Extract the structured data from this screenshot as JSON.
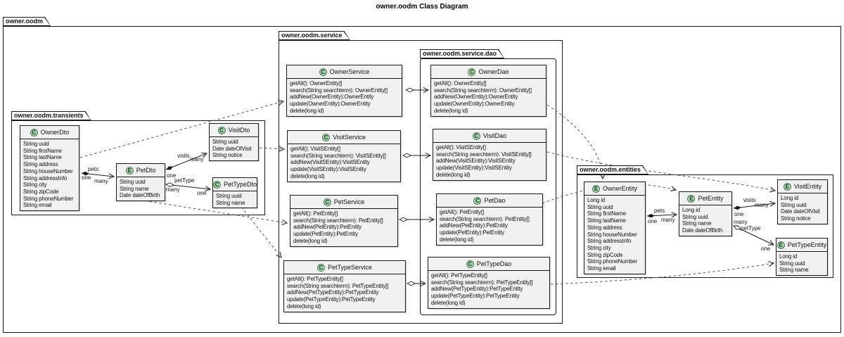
{
  "title": "owner.oodm Class Diagram",
  "packages": {
    "root": {
      "label": "owner.oodm"
    },
    "transients": {
      "label": "owner.oodm.transients"
    },
    "service": {
      "label": "owner.oodm.service"
    },
    "dao": {
      "label": "owner.oodm.service.dao"
    },
    "entities": {
      "label": "owner.oodm.entities"
    }
  },
  "classes": {
    "OwnerDto": {
      "spot": "C",
      "name": "OwnerDto",
      "members": [
        "String uuid",
        "String firstName",
        "String lastName",
        "String address",
        "String houseNumber",
        "String addressInfo",
        "String city",
        "String zipCode",
        "String phoneNumber",
        "String email"
      ]
    },
    "PetDto": {
      "spot": "E",
      "name": "PetDto",
      "members": [
        "String uuid",
        "String name",
        "Date dateOfBirth"
      ]
    },
    "VisitDto": {
      "spot": "C",
      "name": "VisitDto",
      "members": [
        "String uuid",
        "Date dateOfVisit",
        "String notice"
      ]
    },
    "PetTypeDto": {
      "spot": "C",
      "name": "PetTypeDto",
      "members": [
        "String uuid",
        "String name"
      ]
    },
    "OwnerService": {
      "spot": "C",
      "name": "OwnerService",
      "members": [
        "getAll(): OwnerEntity[]",
        "search(String searchterm): OwnerEntity[]",
        "addNew(OwnerEntity):OwnerEntity",
        "update(OwnerEntity):OwnerEntity",
        "delete(long id)"
      ]
    },
    "VisitService": {
      "spot": "C",
      "name": "VisitService",
      "members": [
        "getAll(): VisitSEntity[]",
        "search(String searchterm): VisitSEntity[]",
        "addNew(VisitSEntity):VisitSEntity",
        "update(VisitSEntity):VisitSEntity",
        "delete(long id)"
      ]
    },
    "PetService": {
      "spot": "C",
      "name": "PetService",
      "members": [
        "getAll(): PetEntity[]",
        "search(String searchterm): PetEntity[]",
        "addNew(PetEntity):PetEntity",
        "update(PetEntity):PetEntity",
        "delete(long id)"
      ]
    },
    "PetTypeService": {
      "spot": "C",
      "name": "PetTypeService",
      "members": [
        "getAll(): PetTypeEntity[]",
        "search(String searchterm): PetTypeEntity[]",
        "addNew(PetTypeEntity):PetTypeEntity",
        "update(PetTypeEntity):PetTypeEntity",
        "delete(long id)"
      ]
    },
    "OwnerDao": {
      "spot": "C",
      "name": "OwnerDao",
      "members": [
        "getAll(): OwnerEntity[]",
        "search(String searchterm): OwnerEntity[]",
        "addNew(OwnerEntity):OwnerEntity",
        "update(OwnerEntity):OwnerEntity",
        "delete(long id)"
      ]
    },
    "VisitDao": {
      "spot": "C",
      "name": "VisitDao",
      "members": [
        "getAll(): VisitSEntity[]",
        "search(String searchterm): VisitSEntity[]",
        "addNew(VisitSEntity):VisitSEntity",
        "update(VisitSEntity):VisitSEntity",
        "delete(long id)"
      ]
    },
    "PetDao": {
      "spot": "C",
      "name": "PetDao",
      "members": [
        "getAll(): PetEntity[]",
        "search(String searchterm): PetEntity[]",
        "addNew(PetEntity):PetEntity",
        "update(PetEntity):PetEntity",
        "delete(long id)"
      ]
    },
    "PetTypeDao": {
      "spot": "C",
      "name": "PetTypeDao",
      "members": [
        "getAll(): PetTypeEntity[]",
        "search(String searchterm): PetTypeEntity[]",
        "addNew(PetTypeEntity):PetTypeEntity",
        "update(PetTypeEntity):PetTypeEntity",
        "delete(long id)"
      ]
    },
    "OwnerEntity": {
      "spot": "E",
      "name": "OwnerEntity",
      "members": [
        "Long id",
        "String uuid",
        "String firstName",
        "String lastName",
        "String address",
        "String houseNumber",
        "String addressInfo",
        "String city",
        "String zipCode",
        "String phoneNumber",
        "String email"
      ]
    },
    "PetEntity": {
      "spot": "E",
      "name": "PetEntity",
      "members": [
        "Long id",
        "String uuid",
        "String name",
        "Date dateOfBirth"
      ]
    },
    "VisitEntity": {
      "spot": "E",
      "name": "VisitEntity",
      "members": [
        "Long id",
        "String uuid",
        "Date dateOfVisit",
        "String notice"
      ]
    },
    "PetTypeEntity": {
      "spot": "E",
      "name": "PetTypeEntity",
      "members": [
        "Long id",
        "String uuid",
        "String name"
      ]
    }
  },
  "relations": [
    {
      "from": "OwnerDto",
      "to": "PetDto",
      "type": "composition",
      "label": "pets",
      "from_card": "one",
      "to_card": "many"
    },
    {
      "from": "PetDto",
      "to": "VisitDto",
      "type": "composition",
      "label": "visits",
      "from_card": "one",
      "to_card": "many"
    },
    {
      "from": "PetDto",
      "to": "PetTypeDto",
      "type": "aggregation",
      "label": "petType",
      "from_card": "many",
      "to_card": "one"
    },
    {
      "from": "OwnerService",
      "to": "OwnerDao",
      "type": "aggregation"
    },
    {
      "from": "VisitService",
      "to": "VisitDao",
      "type": "aggregation"
    },
    {
      "from": "PetService",
      "to": "PetDao",
      "type": "aggregation"
    },
    {
      "from": "PetTypeService",
      "to": "PetTypeDao",
      "type": "aggregation"
    },
    {
      "from": "OwnerEntity",
      "to": "PetEntity",
      "type": "composition",
      "label": "pets",
      "from_card": "one",
      "to_card": "many"
    },
    {
      "from": "PetEntity",
      "to": "VisitEntity",
      "type": "composition",
      "label": "visits",
      "from_card": "one",
      "to_card": "many"
    },
    {
      "from": "PetEntity",
      "to": "PetTypeEntity",
      "type": "aggregation",
      "label": "petType",
      "from_card": "many",
      "to_card": "one"
    },
    {
      "from": "OwnerDto",
      "to": "OwnerService",
      "type": "dependency"
    },
    {
      "from": "VisitDto",
      "to": "VisitService",
      "type": "dependency"
    },
    {
      "from": "PetDto",
      "to": "PetService",
      "type": "dependency"
    },
    {
      "from": "PetTypeDto",
      "to": "PetTypeService",
      "type": "dependency"
    },
    {
      "from": "OwnerDao",
      "to": "OwnerEntity",
      "type": "dependency"
    },
    {
      "from": "VisitDao",
      "to": "VisitEntity",
      "type": "dependency"
    },
    {
      "from": "PetDao",
      "to": "PetEntity",
      "type": "dependency"
    },
    {
      "from": "PetTypeDao",
      "to": "PetTypeEntity",
      "type": "dependency"
    }
  ],
  "colors": {
    "spot_fill": "#ADD1B2",
    "spot_border": "#4e7b58",
    "class_fill": "#f1f1f1",
    "border": "#181818",
    "dependency_line": "#555555"
  }
}
